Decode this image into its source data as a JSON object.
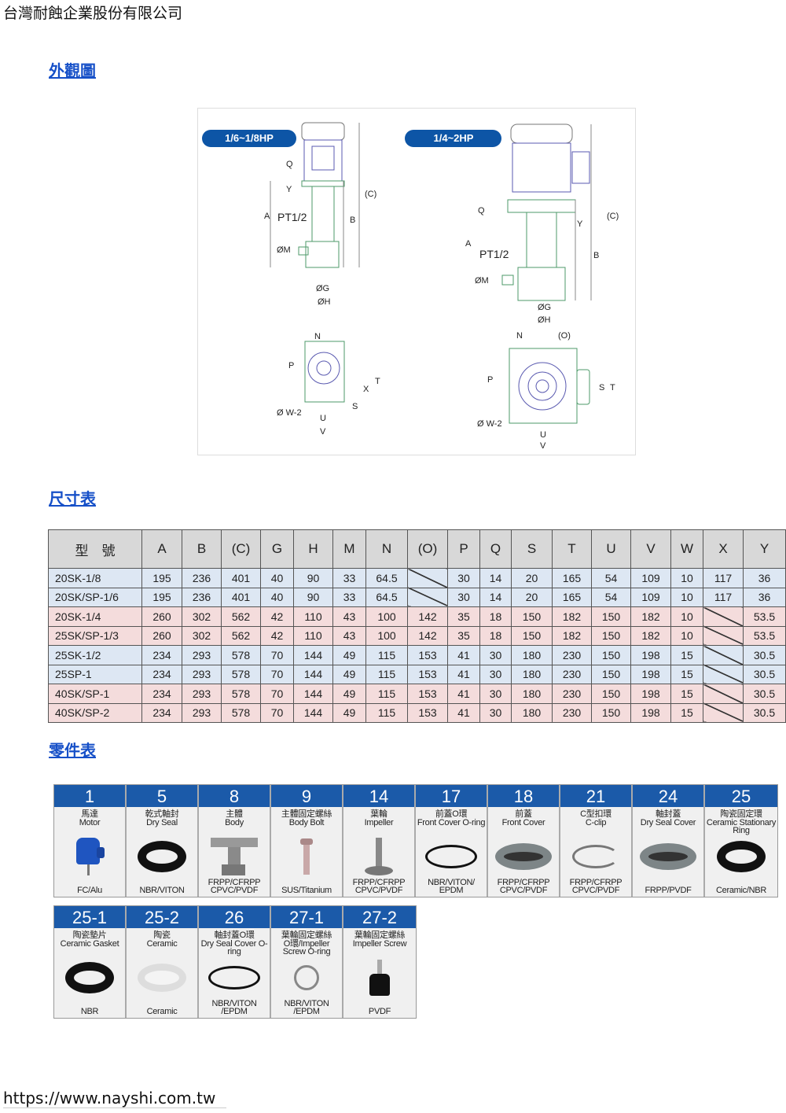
{
  "company": "台灣耐蝕企業股份有限公司",
  "sections": {
    "appearance": "外觀圖",
    "dimensions": "尺寸表",
    "parts": "零件表"
  },
  "diagram": {
    "left": {
      "badge": "1/6~1/8HP",
      "labels": {
        "A": "A",
        "B": "B",
        "C": "(C)",
        "Q": "Q",
        "Y": "Y",
        "M": "ØM",
        "G": "ØG",
        "H": "ØH",
        "pt": "PT1/2",
        "N": "N",
        "P": "P",
        "X": "X",
        "T": "T",
        "S": "S",
        "U": "U",
        "V": "V",
        "W": "Ø W-2"
      }
    },
    "right": {
      "badge": "1/4~2HP",
      "labels": {
        "A": "A",
        "B": "B",
        "C": "(C)",
        "Q": "Q",
        "Y": "Y",
        "M": "ØM",
        "G": "ØG",
        "H": "ØH",
        "pt": "PT1/2",
        "N": "N",
        "O": "(O)",
        "P": "P",
        "T": "T",
        "S": "S",
        "U": "U",
        "V": "V",
        "W": "Ø W-2"
      }
    },
    "colors": {
      "badge": "#0d55a6",
      "motor": "#5a5ab0",
      "body": "#4e9a6a"
    }
  },
  "table": {
    "headers": [
      "型　號",
      "A",
      "B",
      "(C)",
      "G",
      "H",
      "M",
      "N",
      "(O)",
      "P",
      "Q",
      "S",
      "T",
      "U",
      "V",
      "W",
      "X",
      "Y"
    ],
    "rows": [
      {
        "color": "blue",
        "cells": [
          "20SK-1/8",
          "195",
          "236",
          "401",
          "40",
          "90",
          "33",
          "64.5",
          "",
          "30",
          "14",
          "20",
          "165",
          "54",
          "109",
          "10",
          "117",
          "36"
        ]
      },
      {
        "color": "blue",
        "cells": [
          "20SK/SP-1/6",
          "195",
          "236",
          "401",
          "40",
          "90",
          "33",
          "64.5",
          "",
          "30",
          "14",
          "20",
          "165",
          "54",
          "109",
          "10",
          "117",
          "36"
        ]
      },
      {
        "color": "pink",
        "cells": [
          "20SK-1/4",
          "260",
          "302",
          "562",
          "42",
          "110",
          "43",
          "100",
          "142",
          "35",
          "18",
          "150",
          "182",
          "150",
          "182",
          "10",
          "",
          "53.5"
        ]
      },
      {
        "color": "pink",
        "cells": [
          "25SK/SP-1/3",
          "260",
          "302",
          "562",
          "42",
          "110",
          "43",
          "100",
          "142",
          "35",
          "18",
          "150",
          "182",
          "150",
          "182",
          "10",
          "",
          "53.5"
        ]
      },
      {
        "color": "blue",
        "cells": [
          "25SK-1/2",
          "234",
          "293",
          "578",
          "70",
          "144",
          "49",
          "115",
          "153",
          "41",
          "30",
          "180",
          "230",
          "150",
          "198",
          "15",
          "",
          "30.5"
        ]
      },
      {
        "color": "blue",
        "cells": [
          "25SP-1",
          "234",
          "293",
          "578",
          "70",
          "144",
          "49",
          "115",
          "153",
          "41",
          "30",
          "180",
          "230",
          "150",
          "198",
          "15",
          "",
          "30.5"
        ]
      },
      {
        "color": "pink",
        "cells": [
          "40SK/SP-1",
          "234",
          "293",
          "578",
          "70",
          "144",
          "49",
          "115",
          "153",
          "41",
          "30",
          "180",
          "230",
          "150",
          "198",
          "15",
          "",
          "30.5"
        ]
      },
      {
        "color": "pink",
        "cells": [
          "40SK/SP-2",
          "234",
          "293",
          "578",
          "70",
          "144",
          "49",
          "115",
          "153",
          "41",
          "30",
          "180",
          "230",
          "150",
          "198",
          "15",
          "",
          "30.5"
        ]
      }
    ]
  },
  "parts": [
    {
      "no": "1",
      "zh": "馬達",
      "en": "Motor",
      "mat": "FC/Alu",
      "img": "motor"
    },
    {
      "no": "5",
      "zh": "乾式軸封",
      "en": "Dry Seal",
      "mat": "NBR/VITON",
      "img": "blackring"
    },
    {
      "no": "8",
      "zh": "主體",
      "en": "Body",
      "mat": "FRPP/CFRPP CPVC/PVDF",
      "img": "body"
    },
    {
      "no": "9",
      "zh": "主體固定螺絲",
      "en": "Body Bolt",
      "mat": "SUS/Titanium",
      "img": "bolt"
    },
    {
      "no": "14",
      "zh": "葉輪",
      "en": "Impeller",
      "mat": "FRPP/CFRPP CPVC/PVDF",
      "img": "impeller"
    },
    {
      "no": "17",
      "zh": "前蓋O環",
      "en": "Front Cover O-ring",
      "mat": "NBR/VITON/ EPDM",
      "img": "oring"
    },
    {
      "no": "18",
      "zh": "前蓋",
      "en": "Front Cover",
      "mat": "FRPP/CFRPP CPVC/PVDF",
      "img": "grayring"
    },
    {
      "no": "21",
      "zh": "C型扣環",
      "en": "C-clip",
      "mat": "FRPP/CFRPP CPVC/PVDF",
      "img": "clip"
    },
    {
      "no": "24",
      "zh": "軸封蓋",
      "en": "Dry Seal Cover",
      "mat": "FRPP/PVDF",
      "img": "grayring"
    },
    {
      "no": "25",
      "zh": "陶瓷固定環",
      "en": "Ceramic Stationary Ring",
      "mat": "Ceramic/NBR",
      "img": "blackring"
    },
    {
      "no": "25-1",
      "zh": "陶瓷墊片",
      "en": "Ceramic Gasket",
      "mat": "NBR",
      "img": "blackring"
    },
    {
      "no": "25-2",
      "zh": "陶瓷",
      "en": "Ceramic",
      "mat": "Ceramic",
      "img": "whitering"
    },
    {
      "no": "26",
      "zh": "軸封蓋O環",
      "en": "Dry Seal Cover O-ring",
      "mat": "NBR/VITON /EPDM",
      "img": "oring"
    },
    {
      "no": "27-1",
      "zh": "葉輪固定螺絲",
      "en": "O環/Impeller Screw O-ring",
      "mat": "NBR/VITON /EPDM",
      "img": "smallring"
    },
    {
      "no": "27-2",
      "zh": "葉輪固定螺絲",
      "en": "Impeller Screw",
      "mat": "PVDF",
      "img": "screw"
    }
  ],
  "footer_url": "https://www.nayshi.com.tw"
}
